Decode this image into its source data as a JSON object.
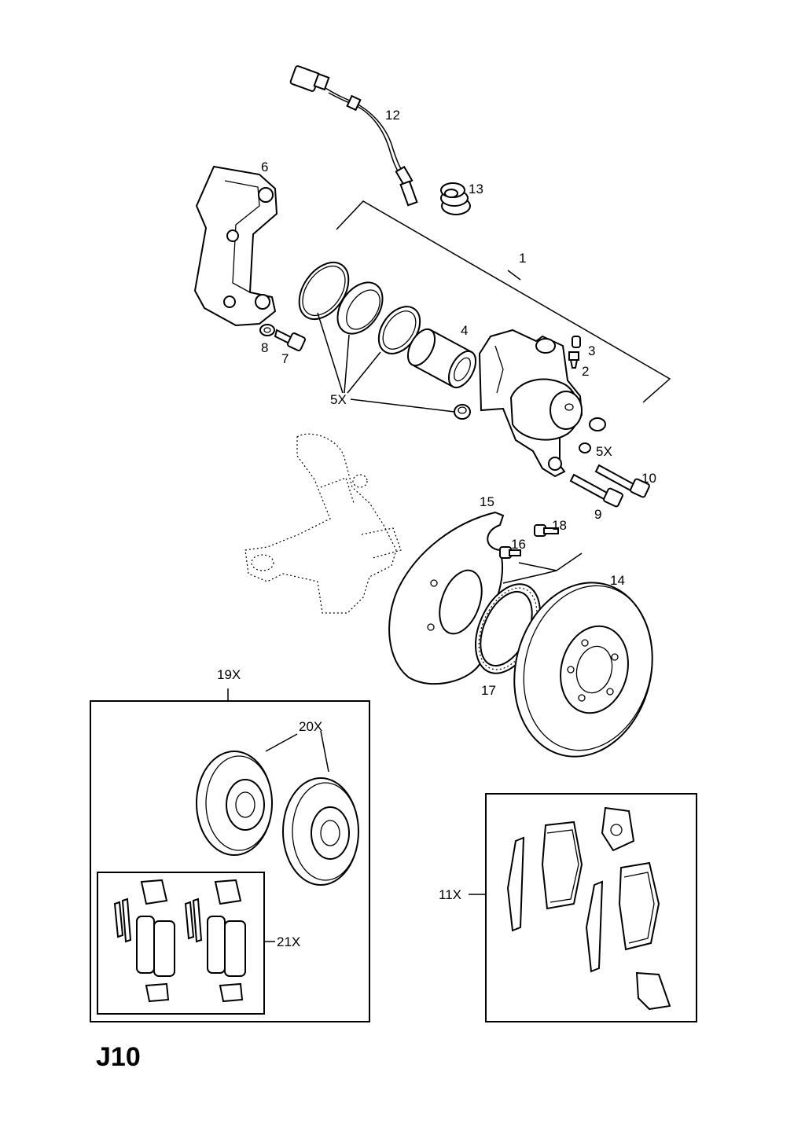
{
  "page_code": "J10",
  "callouts": {
    "p1": "1",
    "p2": "2",
    "p3": "3",
    "p4": "4",
    "p5x_top": "5X",
    "p5x_right": "5X",
    "p6": "6",
    "p7": "7",
    "p8": "8",
    "p9": "9",
    "p10": "10",
    "p11x": "11X",
    "p12": "12",
    "p13": "13",
    "p14": "14",
    "p15": "15",
    "p16": "16",
    "p17": "17",
    "p18": "18",
    "p19x": "19X",
    "p20x": "20X",
    "p21x": "21X"
  },
  "parts": [
    {
      "ref": "1",
      "icon": "brake-caliper-assembly-icon"
    },
    {
      "ref": "2",
      "icon": "bleed-screw-icon"
    },
    {
      "ref": "3",
      "icon": "bleed-cap-icon"
    },
    {
      "ref": "4",
      "icon": "caliper-piston-icon"
    },
    {
      "ref": "5X",
      "icon": "seal-kit-icon"
    },
    {
      "ref": "6",
      "icon": "caliper-carrier-icon"
    },
    {
      "ref": "7",
      "icon": "bolt-icon"
    },
    {
      "ref": "8",
      "icon": "lock-washer-icon"
    },
    {
      "ref": "9",
      "icon": "guide-pin-icon"
    },
    {
      "ref": "10",
      "icon": "guide-bolt-icon"
    },
    {
      "ref": "11X",
      "icon": "brake-pad-set-icon"
    },
    {
      "ref": "12",
      "icon": "abs-sensor-icon"
    },
    {
      "ref": "13",
      "icon": "dust-boot-icon"
    },
    {
      "ref": "14",
      "icon": "brake-disc-icon"
    },
    {
      "ref": "15",
      "icon": "splash-shield-icon"
    },
    {
      "ref": "16",
      "icon": "screw-icon"
    },
    {
      "ref": "17",
      "icon": "abs-reluctor-ring-icon"
    },
    {
      "ref": "18",
      "icon": "screw-icon"
    },
    {
      "ref": "19X",
      "icon": "brake-repair-kit-icon"
    },
    {
      "ref": "20X",
      "icon": "brake-disc-pair-icon"
    },
    {
      "ref": "21X",
      "icon": "pad-kit-icon"
    }
  ]
}
